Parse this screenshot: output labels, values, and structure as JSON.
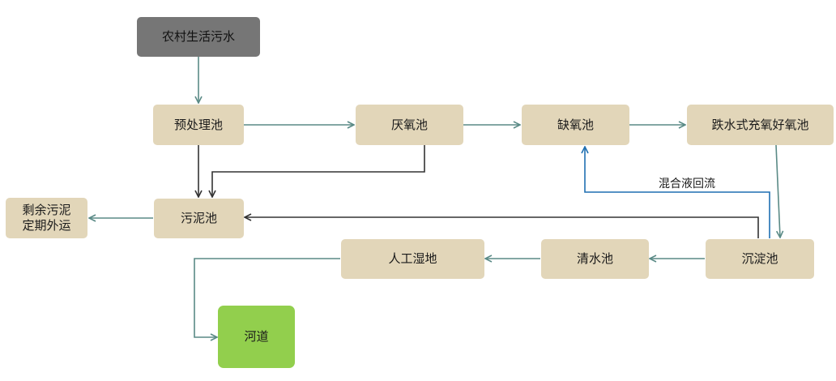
{
  "nodes": {
    "rural_sewage": "农村生活污水",
    "pretreatment_tank": "预处理池",
    "anaerobic_tank": "厌氧池",
    "anoxic_tank": "缺氧池",
    "aerobic_tank": "跌水式充氧好氧池",
    "sludge_tank": "污泥池",
    "sludge_export_line1": "剩余污泥",
    "sludge_export_line2": "定期外运",
    "wetland": "人工湿地",
    "clear_water_tank": "清水池",
    "sedimentation_tank": "沉淀池",
    "river": "河道"
  },
  "edge_labels": {
    "mixed_liquor_return": "混合液回流"
  },
  "colors": {
    "node_fill": "#e2d6b9",
    "source_fill": "#767676",
    "river_fill": "#92cf4d",
    "flow_arrow": "#5a8a86",
    "sludge_arrow": "#333333",
    "return_arrow": "#1f6fb2"
  }
}
